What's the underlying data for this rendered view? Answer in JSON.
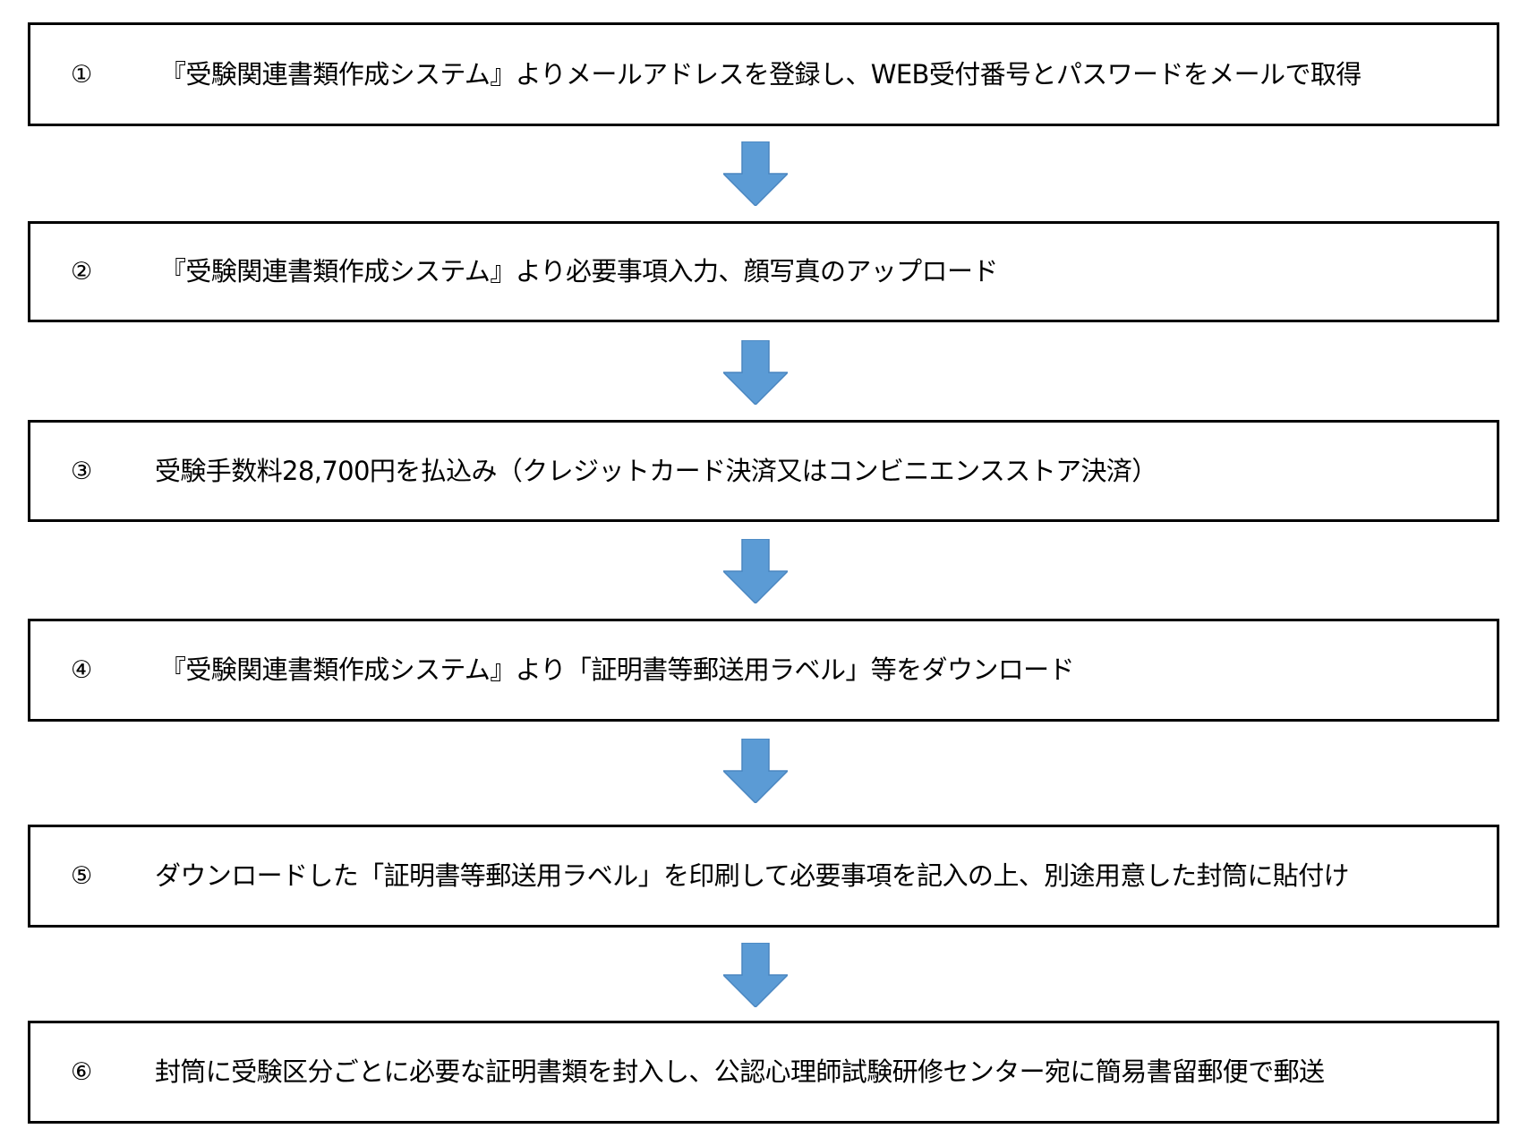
{
  "steps": [
    {
      "number": "①",
      "text": "『受験関連書類作成システム』よりメールアドレスを登録し、WEB受付番号とパスワードをメールで取得"
    },
    {
      "number": "②",
      "text": "『受験関連書類作成システム』より必要事項入力、顔写真のアップロード"
    },
    {
      "number": "③",
      "text": "受験手数料28,700円を払込み（クレジットカード決済又はコンビニエンスストア決済）"
    },
    {
      "number": "④",
      "text": "『受験関連書類作成システム』より「証明書等郵送用ラベル」等をダウンロード"
    },
    {
      "number": "⑤",
      "text": "ダウンロードした「証明書等郵送用ラベル」を印刷して必要事項を記入の上、別途用意した封筒に貼付け"
    },
    {
      "number": "⑥",
      "text": "封筒に受験区分ごとに必要な証明書類を封入し、公認心理師試験研修センター宛に簡易書留郵便で郵送"
    }
  ],
  "colors": {
    "arrow": "#5B9BD5",
    "arrow_edge": "#4A86C0",
    "box_border": "#000000",
    "text": "#000000"
  },
  "icons": {
    "connector": "down-arrow-icon"
  }
}
